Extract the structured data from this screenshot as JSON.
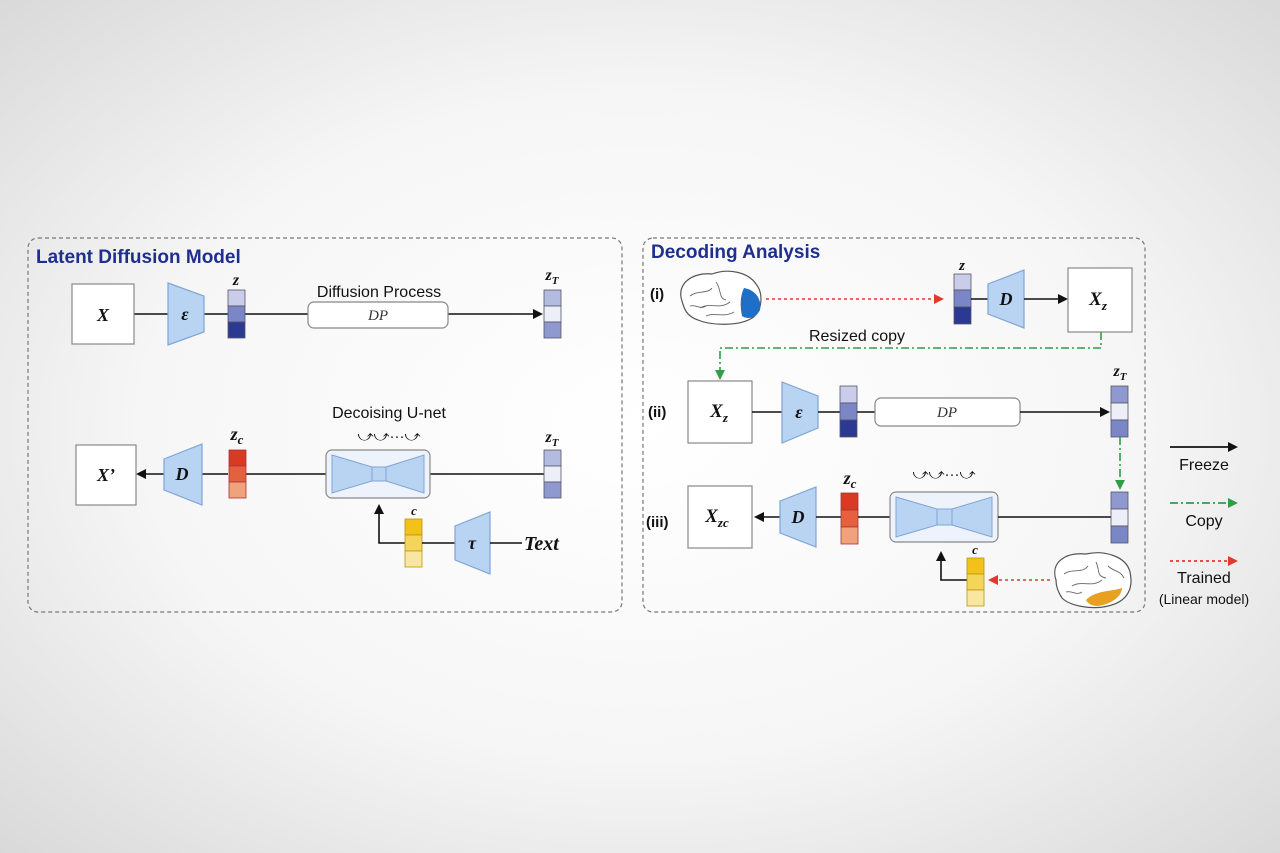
{
  "panels": {
    "ldm": {
      "title": "Latent Diffusion Model",
      "x_label": "X",
      "encoder_label": "ε",
      "z_label": "z",
      "diffusion_label": "Diffusion Process",
      "dp_label": "DP",
      "zt_label": "z",
      "zt_sub": "T",
      "decoder_label": "D",
      "xprime_label": "X’",
      "zc_label": "z",
      "zc_sub": "c",
      "unet_label": "Decoising U-net",
      "loops_label": "⤻⤻···⤻",
      "c_label": "c",
      "tau_label": "τ",
      "text_label": "Text"
    },
    "decoding": {
      "title": "Decoding Analysis",
      "row_i": "(i)",
      "row_ii": "(ii)",
      "row_iii": "(iii)",
      "z_label": "z",
      "decoder_label": "D",
      "xz_label": "X",
      "xz_sub": "z",
      "resized_copy_label": "Resized copy",
      "encoder_label": "ε",
      "dp_label": "DP",
      "zt_label": "z",
      "zt_sub": "T",
      "zc_label": "z",
      "zc_sub": "c",
      "xzc_label": "X",
      "xzc_sub": "zc",
      "loops_label": "⤻⤻···⤻",
      "c_label": "c"
    }
  },
  "legend": {
    "freeze_label": "Freeze",
    "copy_label": "Copy",
    "trained_label": "Trained",
    "trained_sub": "(Linear model)"
  },
  "colors": {
    "title_blue": "#1f2f8f",
    "trapezoid_fill": "#b9d3f2",
    "trapezoid_stroke": "#7ea4d6",
    "latent_dark": "#2b3990",
    "latent_mid": "#7b86c6",
    "latent_light": "#d8dcf0",
    "zc_red": "#d93a24",
    "zc_orange": "#f0a27e",
    "c_yellow": "#f2c21b",
    "c_pale": "#f9e6a0",
    "copy_green": "#2f9e44",
    "trained_red": "#e03a2e",
    "brain_blue": "#1f6fc8",
    "brain_orange": "#e8a020"
  }
}
